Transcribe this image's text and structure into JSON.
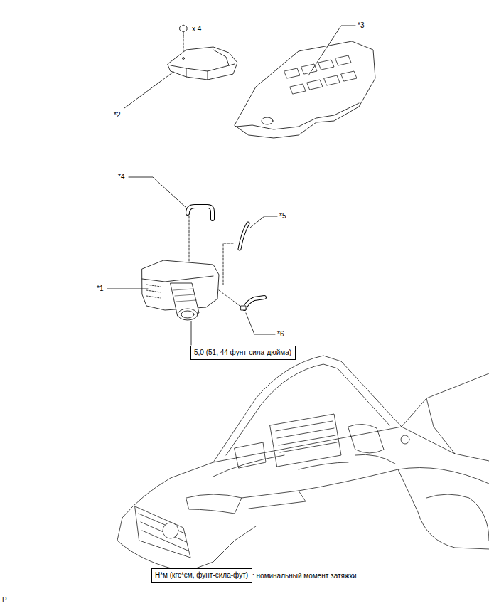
{
  "diagram": {
    "nodes": [
      {
        "text": [
          "5,0 (51, 44 фунт-сила-дюйма)"
        ]
      },
      {
        "text": [
          "Н*м (кгс*см, фунт-сила-фут)"
        ]
      }
    ],
    "labels": [
      "x 4",
      "*2",
      "*3",
      "*4",
      "*5",
      "*1",
      "*6",
      ": номинальный момент затяжки",
      "P"
    ]
  }
}
